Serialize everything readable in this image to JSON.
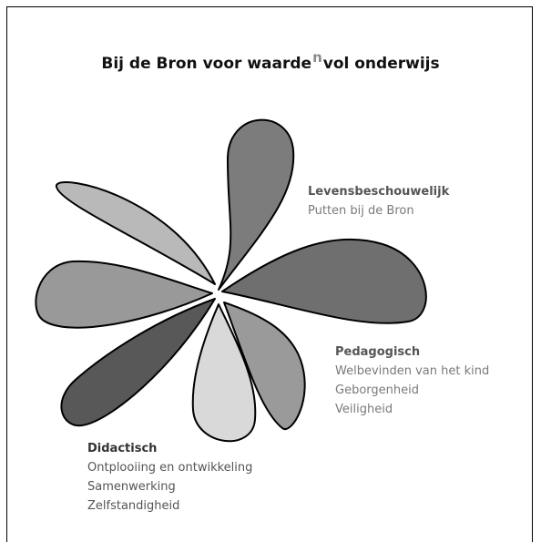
{
  "title": {
    "prefix": "Bij de Bron voor waarde",
    "sup": "n",
    "suffix": "vol onderwijs"
  },
  "petals": [
    {
      "fill": "#7c7c7c"
    },
    {
      "fill": "#6f6f6f"
    },
    {
      "fill": "#9a9a9a"
    },
    {
      "fill": "#d9d9d9"
    },
    {
      "fill": "#585858"
    },
    {
      "fill": "#999999"
    },
    {
      "fill": "#b9b9b9"
    }
  ],
  "blocks": {
    "levensbeschouwelijk": {
      "heading": "Levensbeschouwelijk",
      "lines": [
        "Putten bij de Bron"
      ]
    },
    "pedagogisch": {
      "heading": "Pedagogisch",
      "lines": [
        "Welbevinden van het kind",
        "Geborgenheid",
        "Veiligheid"
      ]
    },
    "didactisch": {
      "heading": "Didactisch",
      "lines": [
        "Ontplooiing en ontwikkeling",
        "Samenwerking",
        "Zelfstandigheid"
      ]
    }
  }
}
